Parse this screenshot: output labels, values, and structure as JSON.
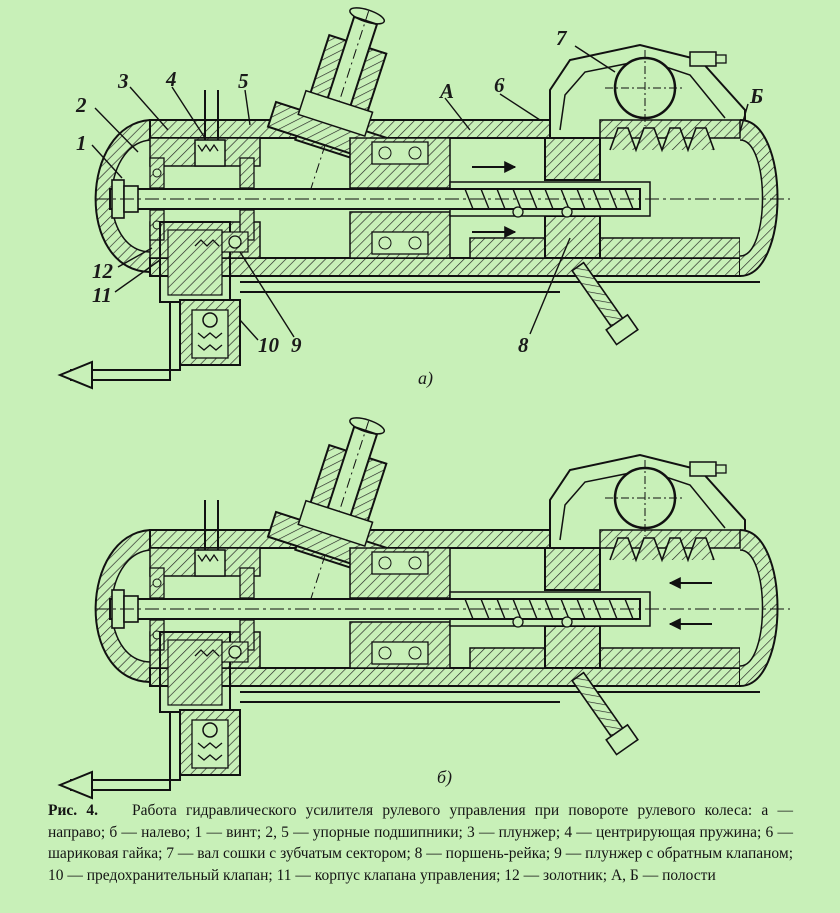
{
  "figure": {
    "labels": {
      "n1": "1",
      "n2": "2",
      "n3": "3",
      "n4": "4",
      "n5": "5",
      "n6": "6",
      "n7": "7",
      "n8": "8",
      "n9": "9",
      "n10": "10",
      "n11": "11",
      "n12": "12",
      "cavA": "А",
      "cavB": "Б"
    },
    "sub_a": "а)",
    "sub_b": "б)"
  },
  "caption": {
    "label": "Рис. 4.",
    "text": "Работа гидравлического усилителя рулевого управления при повороте рулевого колеса: а — направо; б — налево; 1 — винт; 2, 5 — упорные подшипники; 3 — плунжер; 4 — центрирующая пружина; 6 — шариковая гайка; 7 — вал сошки с зубчатым сектором; 8 — поршень-рейка; 9 — плунжер с обратным клапаном; 10 — предохранительный клапан; 11 — корпус клапана управления; 12 — золотник; А, Б — полости"
  },
  "colors": {
    "background": "#c8f0b8",
    "ink": "#1a1a1a"
  }
}
